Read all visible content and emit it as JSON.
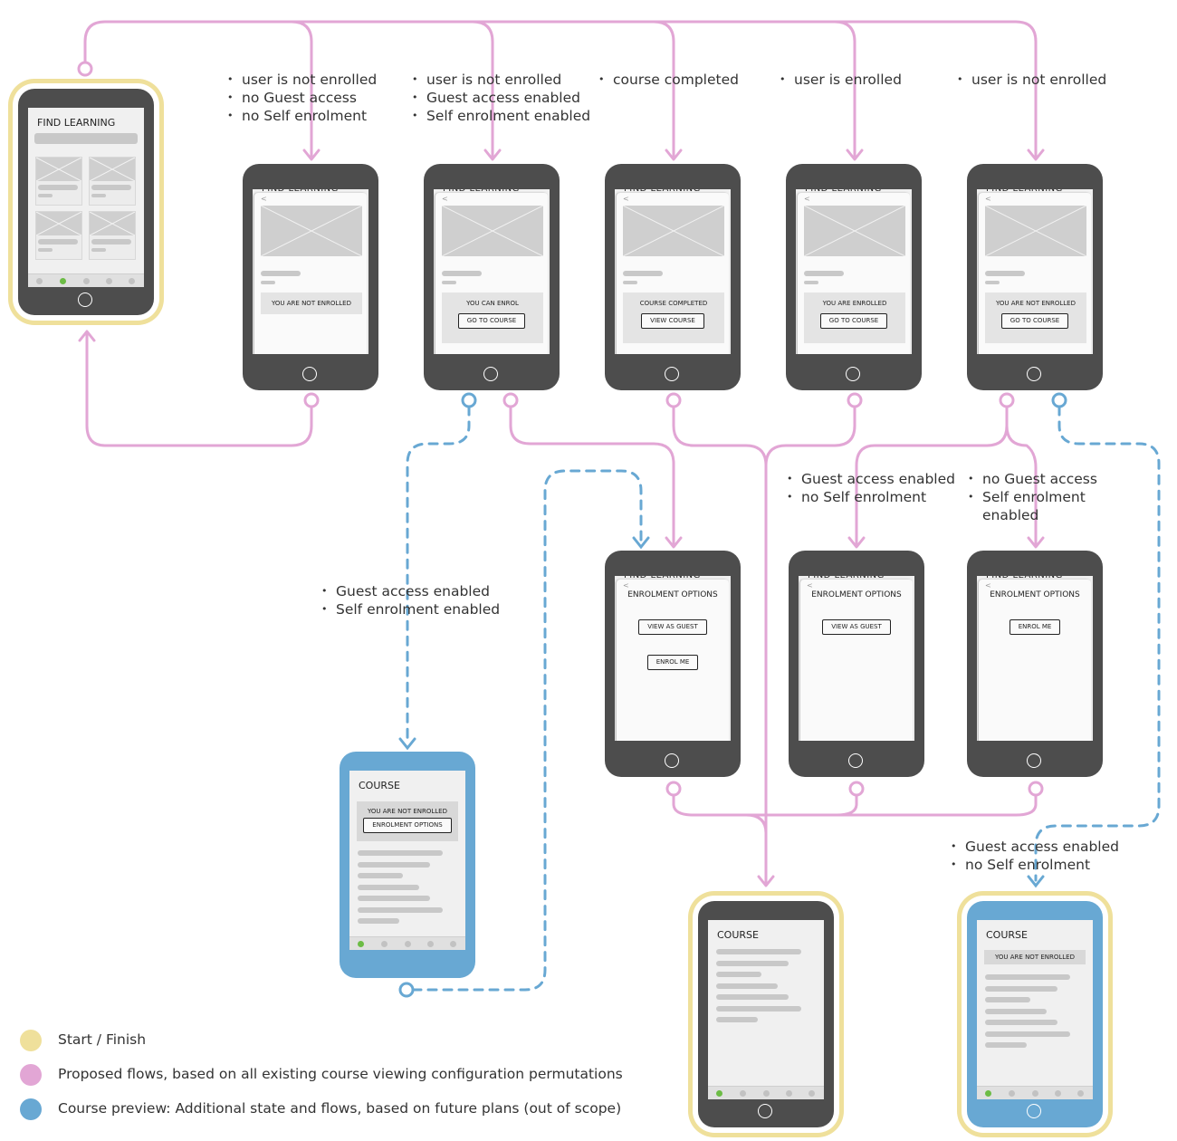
{
  "colors": {
    "start_finish": "#efe09b",
    "proposed": "#e2a6d5",
    "preview": "#68a8d3",
    "phone_body": "#4d4d4d"
  },
  "labels": {
    "find_learning": "FIND LEARNING",
    "course": "COURSE",
    "not_enrolled": "YOU ARE NOT ENROLLED",
    "can_enrol": "YOU CAN ENROL",
    "course_completed": "COURSE COMPLETED",
    "enrolled": "YOU ARE ENROLLED",
    "go_to_course": "GO TO COURSE",
    "view_course": "VIEW COURSE",
    "enrolment_options_title": "ENROLMENT OPTIONS",
    "enrolment_options_btn": "ENROLMENT OPTIONS",
    "view_as_guest": "VIEW AS GUEST",
    "enrol_me": "ENROL ME",
    "back": "<"
  },
  "conditions": {
    "c1": [
      "user is not enrolled",
      "no Guest access",
      "no Self enrolment"
    ],
    "c2": [
      "user is not enrolled",
      "Guest access enabled",
      "Self enrolment enabled"
    ],
    "c3": [
      "course completed"
    ],
    "c4": [
      "user is enrolled"
    ],
    "c5": [
      "user is not enrolled"
    ],
    "c6": [
      "Guest access enabled",
      "no Self enrolment"
    ],
    "c7": [
      "no Guest access",
      "Self enrolment",
      "enabled"
    ],
    "c8": [
      "Guest access enabled",
      "Self enrolment enabled"
    ],
    "c9": [
      "Guest access enabled",
      "no Self enrolment"
    ]
  },
  "legend": [
    {
      "label": "Start / Finish",
      "color": "#efe09b"
    },
    {
      "label": "Proposed flows, based on all existing course viewing configuration permutations",
      "color": "#e2a6d5"
    },
    {
      "label": "Course preview: Additional state and flows, based on future plans (out of scope)",
      "color": "#68a8d3"
    }
  ]
}
